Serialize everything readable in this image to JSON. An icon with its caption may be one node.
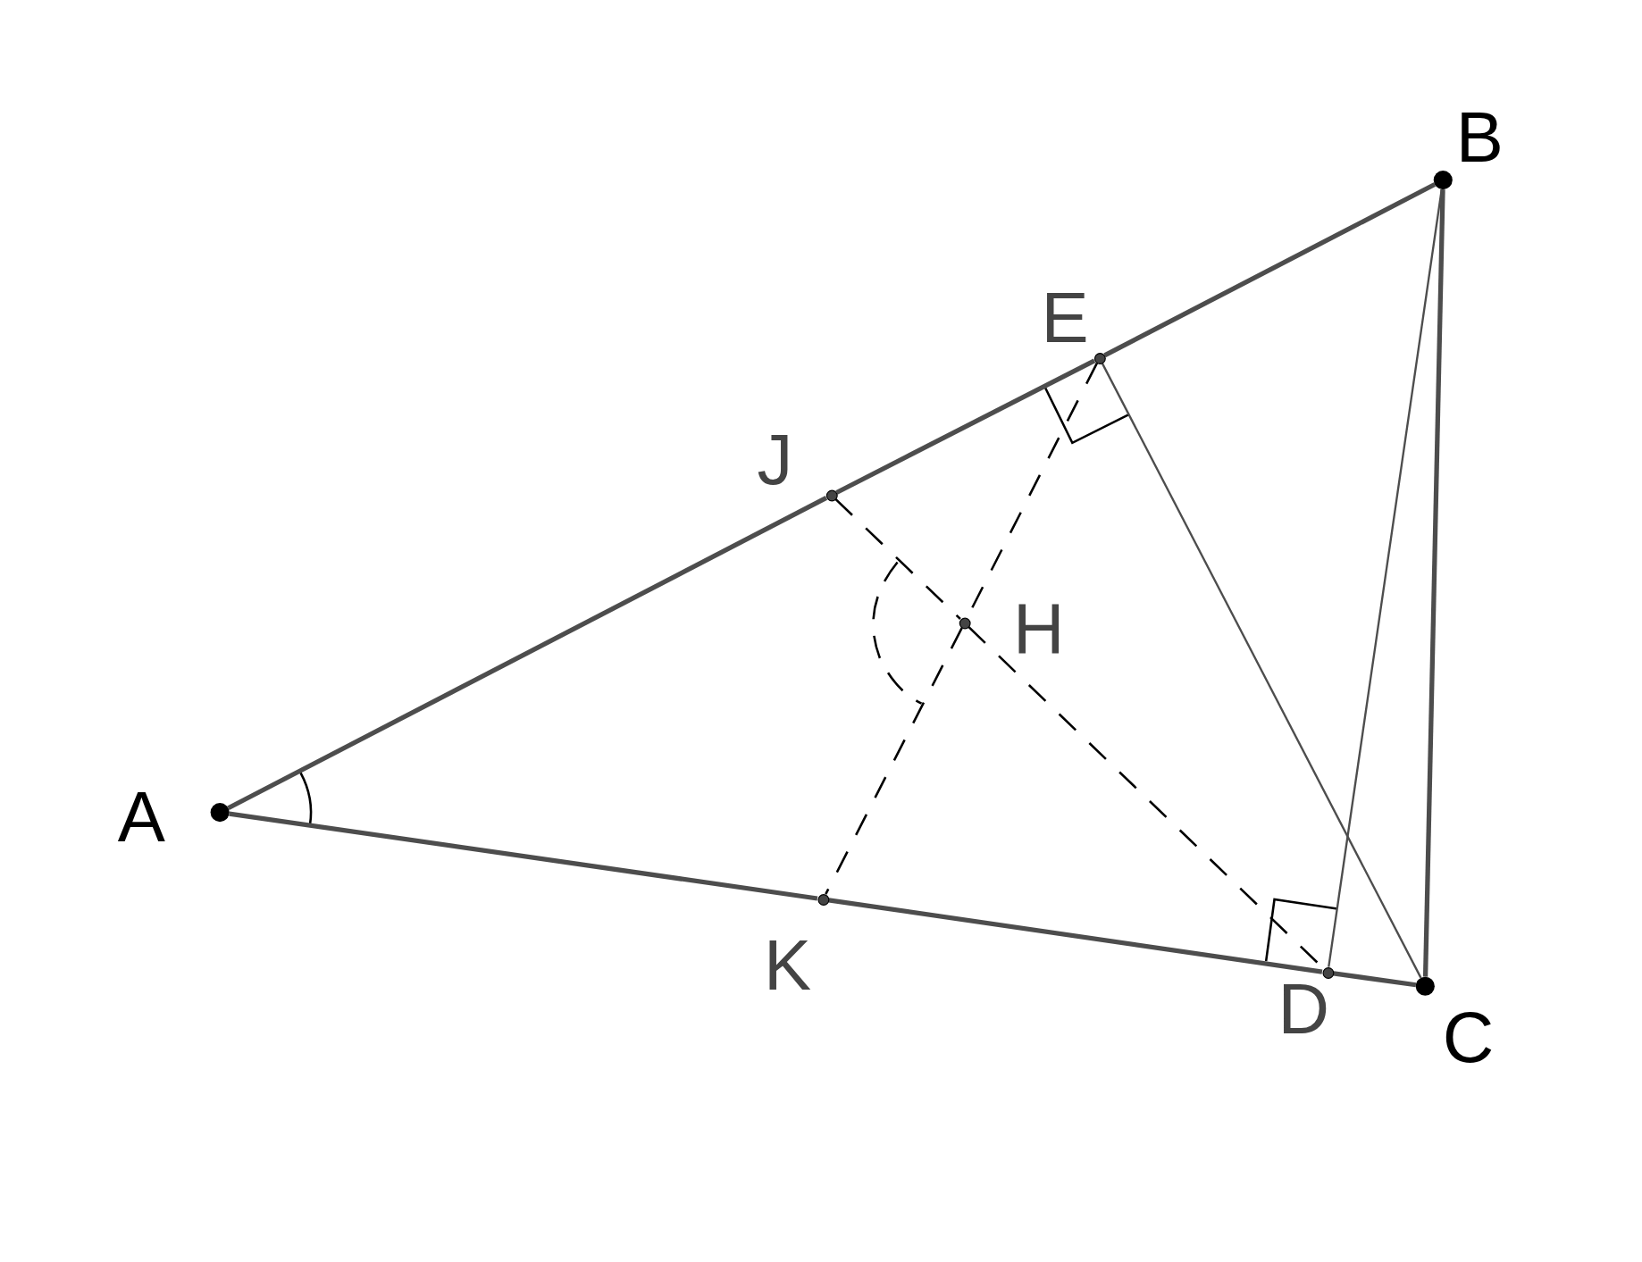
{
  "diagram": {
    "nodes": [
      {
        "text": [],
        "shape": "circle",
        "beside": [
          "B"
        ]
      },
      {
        "text": [],
        "shape": "circle",
        "beside": [
          "E"
        ]
      },
      {
        "text": [],
        "shape": "circle",
        "beside": [
          "J"
        ]
      },
      {
        "text": [],
        "shape": "circle",
        "beside": [
          "H"
        ]
      },
      {
        "text": [],
        "shape": "circle",
        "beside": [
          "A"
        ]
      },
      {
        "text": [],
        "shape": "circle",
        "beside": [
          "K"
        ]
      },
      {
        "text": [],
        "shape": "circle",
        "beside": [
          "D"
        ]
      },
      {
        "text": [],
        "shape": "circle",
        "beside": [
          "C"
        ]
      }
    ],
    "edges": [
      {
        "from": 4,
        "to": 2,
        "arrow": "none"
      },
      {
        "from": 2,
        "to": 1,
        "arrow": "none"
      },
      {
        "from": 1,
        "to": 0,
        "arrow": "none"
      },
      {
        "from": 4,
        "to": 5,
        "arrow": "none"
      },
      {
        "from": 5,
        "to": 6,
        "arrow": "none"
      },
      {
        "from": 6,
        "to": 7,
        "arrow": "none"
      },
      {
        "from": 0,
        "to": 7,
        "arrow": "none"
      },
      {
        "from": 1,
        "to": 7,
        "arrow": "none"
      },
      {
        "from": 0,
        "to": 6,
        "arrow": "none"
      },
      {
        "from": 2,
        "to": 3,
        "arrow": "none",
        "style": "dashed"
      },
      {
        "from": 3,
        "to": 6,
        "arrow": "none",
        "style": "dashed"
      },
      {
        "from": 1,
        "to": 3,
        "arrow": "none",
        "style": "dashed"
      },
      {
        "from": 3,
        "to": 5,
        "arrow": "none",
        "style": "dashed"
      }
    ]
  }
}
